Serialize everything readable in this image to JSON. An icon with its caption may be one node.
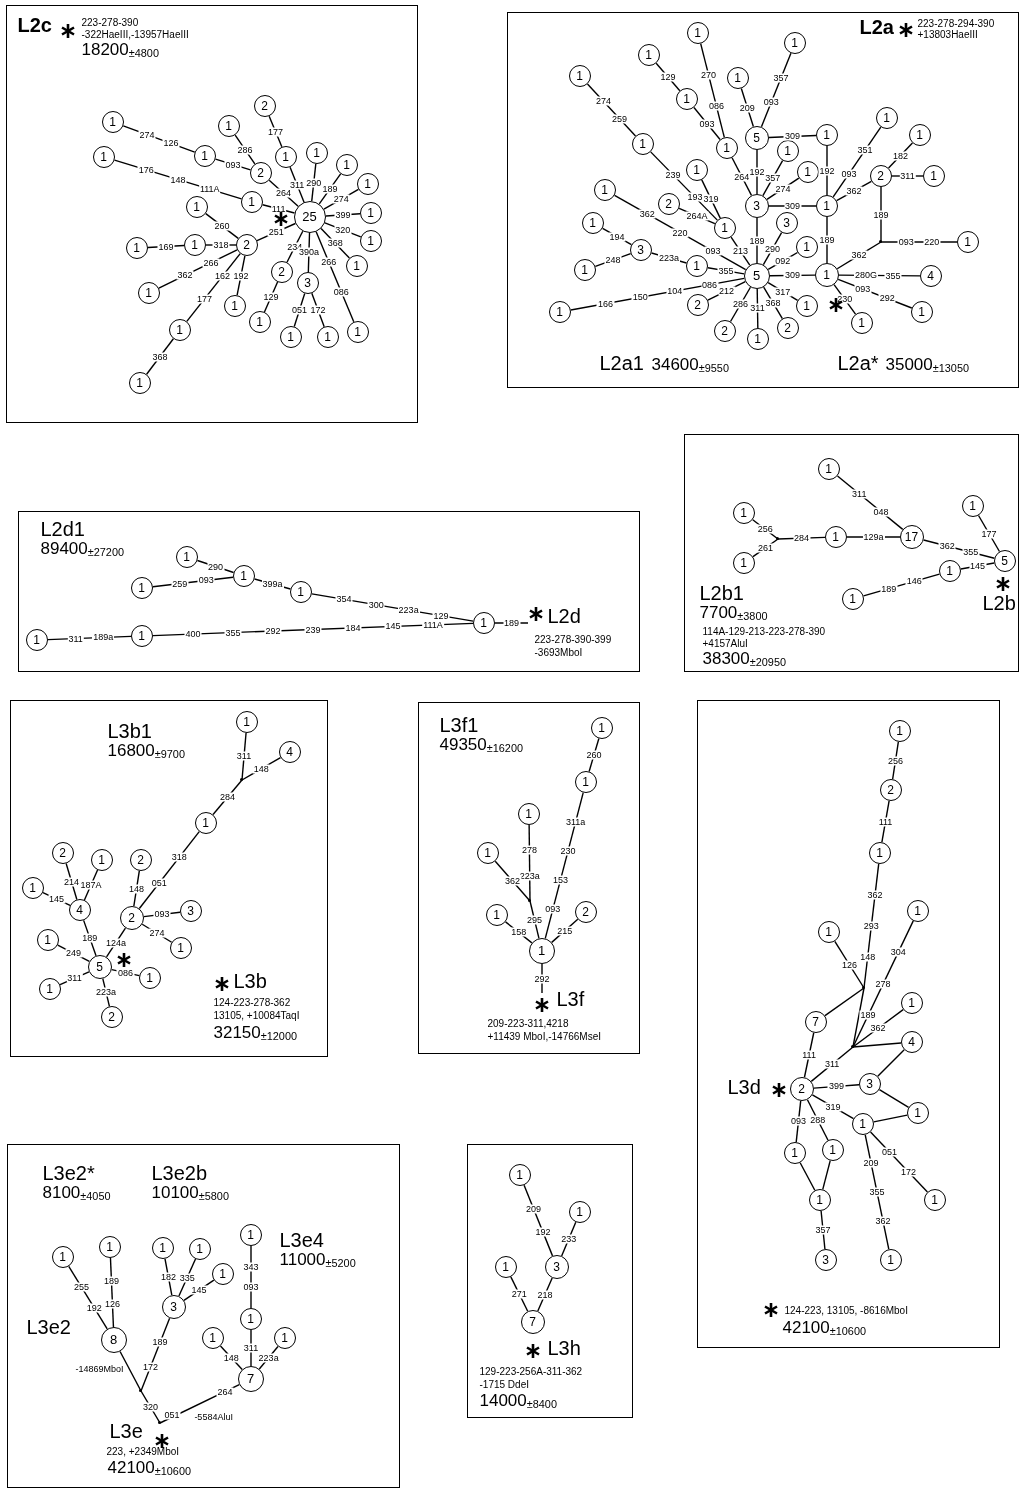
{
  "diagram": {
    "nodes": [
      {
        "text": [
          "L2c",
          "223-278-390",
          "-322HaeIII,-13957HaeIII",
          "18200$_{±4800}$"
        ]
      },
      {
        "text": [
          "L2a",
          "223-278-294-390",
          "+13803HaeIII",
          "L2a1",
          "34600$_{±9550}$",
          "L2a*",
          "35000$_{±13050}$"
        ]
      },
      {
        "text": [
          "L2d1",
          "89400$_{±27200}$",
          "L2d",
          "223-278-390-399",
          "-3693MboI"
        ]
      },
      {
        "text": [
          "L2b1",
          "7700$_{±3800}$",
          "L2b",
          "114A-129-213-223-278-390",
          "+4157AluI",
          "38300$_{±20950}$"
        ]
      },
      {
        "text": [
          "L3b1",
          "16800$_{±9700}$",
          "L3b",
          "124-223-278-362",
          "13105, +10084TaqI",
          "32150$_{±12000}$"
        ]
      },
      {
        "text": [
          "L3f1",
          "49350$_{±16200}$",
          "L3f",
          "209-223-311,4218",
          "+11439 MboI,-14766MseI"
        ]
      },
      {
        "text": [
          "L3d",
          "124-223, 13105, -8616MboI",
          "42100$_{±10600}$"
        ]
      },
      {
        "text": [
          "L3e2*",
          "8100$_{±4050}$",
          "L3e2b",
          "10100$_{±5800}$",
          "L3e4",
          "11000$_{±5200}$",
          "L3e2",
          "L3e",
          "223, +2349MboI",
          "42100$_{±10600}$"
        ]
      },
      {
        "text": [
          "L3h",
          "129-223-256A-311-362",
          "-1715 DdeI",
          "14000$_{±8400}$"
        ]
      },
      {
        "text": [
          "1"
        ],
        "in": 0
      },
      {
        "text": [
          "1"
        ],
        "in": 0
      },
      {
        "text": [
          "1"
        ],
        "in": 0
      },
      {
        "text": [
          "1"
        ],
        "in": 0
      },
      {
        "text": [
          "2"
        ],
        "in": 0
      },
      {
        "text": [
          "2"
        ],
        "in": 0
      },
      {
        "text": [
          "1"
        ],
        "in": 0
      },
      {
        "text": [
          "1"
        ],
        "in": 0
      },
      {
        "text": [
          "1"
        ],
        "in": 0
      },
      {
        "text": [
          "1"
        ],
        "in": 0
      },
      {
        "text": [
          "1"
        ],
        "in": 0
      },
      {
        "text": [
          "1"
        ],
        "in": 0
      },
      {
        "text": [
          "1"
        ],
        "in": 0
      },
      {
        "text": [
          "25"
        ],
        "in": 0
      },
      {
        "text": [
          "1"
        ],
        "in": 0
      },
      {
        "text": [
          "1"
        ],
        "in": 0
      },
      {
        "text": [
          "2"
        ],
        "in": 0
      },
      {
        "text": [
          "1"
        ],
        "in": 0
      },
      {
        "text": [
          "1"
        ],
        "in": 0
      },
      {
        "text": [
          "1"
        ],
        "in": 0
      },
      {
        "text": [
          "1"
        ],
        "in": 0
      },
      {
        "text": [
          "1"
        ],
        "in": 0
      },
      {
        "text": [
          "1"
        ],
        "in": 0
      },
      {
        "text": [
          "2"
        ],
        "in": 0
      },
      {
        "text": [
          "1"
        ],
        "in": 0
      },
      {
        "text": [
          "3"
        ],
        "in": 0
      },
      {
        "text": [
          "1"
        ],
        "in": 0
      },
      {
        "text": [
          "1"
        ],
        "in": 0
      },
      {
        "text": [
          "1"
        ],
        "in": 0
      },
      {
        "text": [
          "1"
        ],
        "in": 1
      },
      {
        "text": [
          "1"
        ],
        "in": 1
      },
      {
        "text": [
          "1"
        ],
        "in": 1
      },
      {
        "text": [
          "1"
        ],
        "in": 1
      },
      {
        "text": [
          "1"
        ],
        "in": 1
      },
      {
        "text": [
          "1"
        ],
        "in": 1
      },
      {
        "text": [
          "5"
        ],
        "in": 1
      },
      {
        "text": [
          "1"
        ],
        "in": 1
      },
      {
        "text": [
          "1"
        ],
        "in": 1
      },
      {
        "text": [
          "1"
        ],
        "in": 1
      },
      {
        "text": [
          "1"
        ],
        "in": 1
      },
      {
        "text": [
          "1"
        ],
        "in": 1
      },
      {
        "text": [
          "1"
        ],
        "in": 1
      },
      {
        "text": [
          "1"
        ],
        "in": 1
      },
      {
        "text": [
          "1"
        ],
        "in": 1
      },
      {
        "text": [
          "3"
        ],
        "in": 1
      },
      {
        "text": [
          "1"
        ],
        "in": 1
      },
      {
        "text": [
          "2"
        ],
        "in": 1
      },
      {
        "text": [
          "1"
        ],
        "in": 1
      },
      {
        "text": [
          "1"
        ],
        "in": 1
      },
      {
        "text": [
          "2"
        ],
        "in": 1
      },
      {
        "text": [
          "3"
        ],
        "in": 1
      },
      {
        "text": [
          "1"
        ],
        "in": 1
      },
      {
        "text": [
          "1"
        ],
        "in": 1
      },
      {
        "text": [
          "3"
        ],
        "in": 1
      },
      {
        "text": [
          "1"
        ],
        "in": 1
      },
      {
        "text": [
          "1"
        ],
        "in": 1
      },
      {
        "text": [
          "1"
        ],
        "in": 1
      },
      {
        "text": [
          "1"
        ],
        "in": 1
      },
      {
        "text": [
          "5"
        ],
        "in": 1
      },
      {
        "text": [
          "1"
        ],
        "in": 1
      },
      {
        "text": [
          "4"
        ],
        "in": 1
      },
      {
        "text": [
          "1"
        ],
        "in": 1
      },
      {
        "text": [
          "2"
        ],
        "in": 1
      },
      {
        "text": [
          "1"
        ],
        "in": 1
      },
      {
        "text": [
          "1"
        ],
        "in": 1
      },
      {
        "text": [
          "1"
        ],
        "in": 1
      },
      {
        "text": [
          "2"
        ],
        "in": 1
      },
      {
        "text": [
          "2"
        ],
        "in": 1
      },
      {
        "text": [
          "1"
        ],
        "in": 1
      },
      {
        "text": [],
        "shape": "point",
        "in": 1
      },
      {
        "text": [
          "1"
        ],
        "in": 2
      },
      {
        "text": [
          "1"
        ],
        "in": 2
      },
      {
        "text": [
          "1"
        ],
        "in": 2
      },
      {
        "text": [
          "1"
        ],
        "in": 2
      },
      {
        "text": [
          "1"
        ],
        "in": 2
      },
      {
        "text": [
          "1"
        ],
        "in": 2
      },
      {
        "text": [
          "1"
        ],
        "in": 2
      },
      {
        "text": [
          "1"
        ],
        "in": 3
      },
      {
        "text": [
          "1"
        ],
        "in": 3
      },
      {
        "text": [
          "1"
        ],
        "in": 3
      },
      {
        "text": [
          "1"
        ],
        "in": 3
      },
      {
        "text": [
          "17"
        ],
        "in": 3
      },
      {
        "text": [
          "1"
        ],
        "in": 3
      },
      {
        "text": [
          "5"
        ],
        "in": 3
      },
      {
        "text": [
          "1"
        ],
        "in": 3
      },
      {
        "text": [
          "1"
        ],
        "in": 3
      },
      {
        "text": [],
        "shape": "point",
        "in": 3
      },
      {
        "text": [
          "1"
        ],
        "in": 4
      },
      {
        "text": [
          "4"
        ],
        "in": 4
      },
      {
        "text": [
          "1"
        ],
        "in": 4
      },
      {
        "text": [
          "2"
        ],
        "in": 4
      },
      {
        "text": [
          "1"
        ],
        "in": 4
      },
      {
        "text": [
          "2"
        ],
        "in": 4
      },
      {
        "text": [
          "1"
        ],
        "in": 4
      },
      {
        "text": [
          "4"
        ],
        "in": 4
      },
      {
        "text": [
          "2"
        ],
        "in": 4
      },
      {
        "text": [
          "3"
        ],
        "in": 4
      },
      {
        "text": [
          "1"
        ],
        "in": 4
      },
      {
        "text": [
          "1"
        ],
        "in": 4
      },
      {
        "text": [
          "5"
        ],
        "in": 4
      },
      {
        "text": [
          "1"
        ],
        "in": 4
      },
      {
        "text": [
          "1"
        ],
        "in": 4
      },
      {
        "text": [
          "2"
        ],
        "in": 4
      },
      {
        "text": [],
        "shape": "point",
        "in": 4
      },
      {
        "text": [
          "1"
        ],
        "in": 5
      },
      {
        "text": [
          "1"
        ],
        "in": 5
      },
      {
        "text": [
          "1"
        ],
        "in": 5
      },
      {
        "text": [
          "1"
        ],
        "in": 5
      },
      {
        "text": [
          "1"
        ],
        "in": 5
      },
      {
        "text": [
          "2"
        ],
        "in": 5
      },
      {
        "text": [
          "1"
        ],
        "in": 5
      },
      {
        "text": [],
        "shape": "point",
        "in": 5
      },
      {
        "text": [
          "1"
        ],
        "in": 6
      },
      {
        "text": [
          "2"
        ],
        "in": 6
      },
      {
        "text": [
          "1"
        ],
        "in": 6
      },
      {
        "text": [
          "1"
        ],
        "in": 6
      },
      {
        "text": [
          "1"
        ],
        "in": 6
      },
      {
        "text": [
          "1"
        ],
        "in": 6
      },
      {
        "text": [
          "7"
        ],
        "in": 6
      },
      {
        "text": [
          "4"
        ],
        "in": 6
      },
      {
        "text": [
          "2"
        ],
        "in": 6
      },
      {
        "text": [
          "3"
        ],
        "in": 6
      },
      {
        "text": [
          "1"
        ],
        "in": 6
      },
      {
        "text": [
          "1"
        ],
        "in": 6
      },
      {
        "text": [
          "1"
        ],
        "in": 6
      },
      {
        "text": [
          "1"
        ],
        "in": 6
      },
      {
        "text": [
          "1"
        ],
        "in": 6
      },
      {
        "text": [
          "1"
        ],
        "in": 6
      },
      {
        "text": [
          "3"
        ],
        "in": 6
      },
      {
        "text": [
          "1"
        ],
        "in": 6
      },
      {
        "text": [],
        "shape": "point",
        "in": 6
      },
      {
        "text": [],
        "shape": "point",
        "in": 6
      },
      {
        "text": [
          "1"
        ],
        "in": 7
      },
      {
        "text": [
          "1"
        ],
        "in": 7
      },
      {
        "text": [
          "1"
        ],
        "in": 7
      },
      {
        "text": [
          "1"
        ],
        "in": 7
      },
      {
        "text": [
          "1"
        ],
        "in": 7
      },
      {
        "text": [
          "1"
        ],
        "in": 7
      },
      {
        "text": [
          "3"
        ],
        "in": 7
      },
      {
        "text": [
          "8"
        ],
        "in": 7
      },
      {
        "text": [
          "1"
        ],
        "in": 7
      },
      {
        "text": [
          "1"
        ],
        "in": 7
      },
      {
        "text": [
          "1"
        ],
        "in": 7
      },
      {
        "text": [
          "7"
        ],
        "in": 7
      },
      {
        "text": [],
        "shape": "point",
        "in": 7
      },
      {
        "text": [],
        "shape": "point",
        "in": 7
      },
      {
        "text": [
          "1"
        ],
        "in": 8
      },
      {
        "text": [
          "1"
        ],
        "in": 8
      },
      {
        "text": [
          "1"
        ],
        "in": 8
      },
      {
        "text": [
          "3"
        ],
        "in": 8
      },
      {
        "text": [
          "7"
        ],
        "in": 8
      }
    ],
    "edges": [
      {
        "from": 9,
        "to": 11,
        "arrow": "none",
        "label": "274 126"
      },
      {
        "from": 11,
        "to": 14,
        "arrow": "none",
        "label": "093"
      },
      {
        "from": 10,
        "to": 23,
        "arrow": "none",
        "label": "176 148 111A"
      },
      {
        "from": 12,
        "to": 14,
        "arrow": "none",
        "label": "286"
      },
      {
        "from": 14,
        "to": 22,
        "arrow": "none",
        "label": "264"
      },
      {
        "from": 13,
        "to": 15,
        "arrow": "none",
        "label": "177"
      },
      {
        "from": 15,
        "to": 22,
        "arrow": "none",
        "label": "311"
      },
      {
        "from": 16,
        "to": 22,
        "arrow": "none",
        "label": "290"
      },
      {
        "from": 17,
        "to": 22,
        "arrow": "none",
        "label": "189"
      },
      {
        "from": 18,
        "to": 22,
        "arrow": "none",
        "label": "274"
      },
      {
        "from": 19,
        "to": 22,
        "arrow": "none",
        "label": "399"
      },
      {
        "from": 20,
        "to": 22,
        "arrow": "none",
        "label": "320"
      },
      {
        "from": 21,
        "to": 22,
        "arrow": "none",
        "label": "368"
      },
      {
        "from": 23,
        "to": 22,
        "arrow": "none",
        "label": "111"
      },
      {
        "from": 24,
        "to": 25,
        "arrow": "none",
        "label": "260"
      },
      {
        "from": 25,
        "to": 22,
        "arrow": "none",
        "label": "251"
      },
      {
        "from": 26,
        "to": 25,
        "arrow": "none",
        "label": "318"
      },
      {
        "from": 27,
        "to": 26,
        "arrow": "none",
        "label": "169"
      },
      {
        "from": 28,
        "to": 25,
        "arrow": "none",
        "label": "362 266"
      },
      {
        "from": 29,
        "to": 25,
        "arrow": "none",
        "label": "192"
      },
      {
        "from": 30,
        "to": 25,
        "arrow": "none",
        "label": "177 162"
      },
      {
        "from": 31,
        "to": 30,
        "arrow": "none",
        "label": "368"
      },
      {
        "from": 32,
        "to": 22,
        "arrow": "none",
        "label": "234"
      },
      {
        "from": 33,
        "to": 32,
        "arrow": "none",
        "label": "129"
      },
      {
        "from": 34,
        "to": 22,
        "arrow": "none",
        "label": "390a"
      },
      {
        "from": 35,
        "to": 34,
        "arrow": "none",
        "label": "051"
      },
      {
        "from": 36,
        "to": 34,
        "arrow": "none",
        "label": "172"
      },
      {
        "from": 37,
        "to": 22,
        "arrow": "none",
        "label": "086 266"
      },
      {
        "from": 40,
        "to": 46,
        "arrow": "none",
        "label": "274 259"
      },
      {
        "from": 46,
        "to": 60,
        "arrow": "none",
        "label": "239 193"
      },
      {
        "from": 39,
        "to": 43,
        "arrow": "none",
        "label": "129"
      },
      {
        "from": 43,
        "to": 47,
        "arrow": "none",
        "label": "093"
      },
      {
        "from": 38,
        "to": 47,
        "arrow": "none",
        "label": "270 086"
      },
      {
        "from": 47,
        "to": 53,
        "arrow": "none",
        "label": "264"
      },
      {
        "from": 42,
        "to": 44,
        "arrow": "none",
        "label": "209"
      },
      {
        "from": 41,
        "to": 44,
        "arrow": "none",
        "label": "357 093"
      },
      {
        "from": 44,
        "to": 45,
        "arrow": "none",
        "label": "309"
      },
      {
        "from": 44,
        "to": 53,
        "arrow": "none",
        "label": "192"
      },
      {
        "from": 48,
        "to": 53,
        "arrow": "none",
        "label": "357"
      },
      {
        "from": 52,
        "to": 53,
        "arrow": "none",
        "label": "274"
      },
      {
        "from": 53,
        "to": 54,
        "arrow": "none",
        "label": "309"
      },
      {
        "from": 53,
        "to": 67,
        "arrow": "none",
        "label": "189"
      },
      {
        "from": 45,
        "to": 54,
        "arrow": "none",
        "label": "192"
      },
      {
        "from": 49,
        "to": 54,
        "arrow": "none",
        "label": "351 093"
      },
      {
        "from": 55,
        "to": 54,
        "arrow": "none",
        "label": "362"
      },
      {
        "from": 50,
        "to": 55,
        "arrow": "none",
        "label": "182"
      },
      {
        "from": 55,
        "to": 56,
        "arrow": "none",
        "label": "311"
      },
      {
        "from": 54,
        "to": 68,
        "arrow": "none",
        "label": "189"
      },
      {
        "from": 55,
        "to": 78,
        "arrow": "none",
        "label": "189"
      },
      {
        "from": 78,
        "to": 68,
        "arrow": "none",
        "label": "362"
      },
      {
        "from": 78,
        "to": 64,
        "arrow": "none",
        "label": "093 220"
      },
      {
        "from": 51,
        "to": 60,
        "arrow": "none",
        "label": "319"
      },
      {
        "from": 58,
        "to": 60,
        "arrow": "none",
        "label": "264A"
      },
      {
        "from": 60,
        "to": 67,
        "arrow": "none",
        "label": "213"
      },
      {
        "from": 57,
        "to": 67,
        "arrow": "none",
        "label": "362 220 093"
      },
      {
        "from": 61,
        "to": 62,
        "arrow": "none",
        "label": "194"
      },
      {
        "from": 66,
        "to": 62,
        "arrow": "none",
        "label": "248"
      },
      {
        "from": 62,
        "to": 65,
        "arrow": "none",
        "label": "223a"
      },
      {
        "from": 65,
        "to": 67,
        "arrow": "none",
        "label": "355"
      },
      {
        "from": 59,
        "to": 67,
        "arrow": "none",
        "label": "290"
      },
      {
        "from": 63,
        "to": 67,
        "arrow": "none",
        "label": "092"
      },
      {
        "from": 67,
        "to": 68,
        "arrow": "none",
        "label": "309"
      },
      {
        "from": 70,
        "to": 67,
        "arrow": "none",
        "label": "166 150 104 086"
      },
      {
        "from": 71,
        "to": 67,
        "arrow": "none",
        "label": "212"
      },
      {
        "from": 75,
        "to": 67,
        "arrow": "none",
        "label": "286"
      },
      {
        "from": 77,
        "to": 67,
        "arrow": "none",
        "label": "311"
      },
      {
        "from": 76,
        "to": 67,
        "arrow": "none",
        "label": "368"
      },
      {
        "from": 72,
        "to": 67,
        "arrow": "none",
        "label": "317"
      },
      {
        "from": 68,
        "to": 69,
        "arrow": "none",
        "label": "280G 355"
      },
      {
        "from": 68,
        "to": 73,
        "arrow": "none",
        "label": "093 292"
      },
      {
        "from": 68,
        "to": 74,
        "arrow": "none",
        "label": "230"
      },
      {
        "from": 79,
        "to": 80,
        "arrow": "none",
        "label": "290"
      },
      {
        "from": 81,
        "to": 80,
        "arrow": "none",
        "label": "259 093"
      },
      {
        "from": 80,
        "to": 82,
        "arrow": "none",
        "label": "399a"
      },
      {
        "from": 82,
        "to": 85,
        "arrow": "none",
        "label": "354 300 223a 129"
      },
      {
        "from": 83,
        "to": 84,
        "arrow": "none",
        "label": "311 189a"
      },
      {
        "from": 84,
        "to": 85,
        "arrow": "none",
        "label": "400 355 292 239 184 145 111A"
      },
      {
        "from": 85,
        "to": null,
        "arrow": "none",
        "label": "189"
      },
      {
        "from": 86,
        "to": 90,
        "arrow": "none",
        "label": "311 048"
      },
      {
        "from": 87,
        "to": 95,
        "arrow": "none",
        "label": "256"
      },
      {
        "from": 88,
        "to": 95,
        "arrow": "none",
        "label": "261"
      },
      {
        "from": 95,
        "to": 89,
        "arrow": "none",
        "label": "284"
      },
      {
        "from": 89,
        "to": 90,
        "arrow": "none",
        "label": "129a"
      },
      {
        "from": 90,
        "to": 92,
        "arrow": "none",
        "label": "362 355"
      },
      {
        "from": 91,
        "to": 92,
        "arrow": "none",
        "label": "177"
      },
      {
        "from": 93,
        "to": 92,
        "arrow": "none",
        "label": "145"
      },
      {
        "from": 94,
        "to": 93,
        "arrow": "none",
        "label": "189 146"
      },
      {
        "from": 96,
        "to": 112,
        "arrow": "none",
        "label": "311"
      },
      {
        "from": 97,
        "to": 112,
        "arrow": "none",
        "label": "148"
      },
      {
        "from": 112,
        "to": 98,
        "arrow": "none",
        "label": "284"
      },
      {
        "from": 98,
        "to": 104,
        "arrow": "none",
        "label": "318 051"
      },
      {
        "from": 101,
        "to": 104,
        "arrow": "none",
        "label": "148"
      },
      {
        "from": 104,
        "to": 105,
        "arrow": "none",
        "label": "093"
      },
      {
        "from": 104,
        "to": 107,
        "arrow": "none",
        "label": "274"
      },
      {
        "from": 104,
        "to": 108,
        "arrow": "none",
        "label": "124a"
      },
      {
        "from": 99,
        "to": 103,
        "arrow": "none",
        "label": "214"
      },
      {
        "from": 100,
        "to": 103,
        "arrow": "none",
        "label": "187A"
      },
      {
        "from": 102,
        "to": 103,
        "arrow": "none",
        "label": "145"
      },
      {
        "from": 103,
        "to": 108,
        "arrow": "none",
        "label": "189"
      },
      {
        "from": 106,
        "to": 108,
        "arrow": "none",
        "label": "249"
      },
      {
        "from": 110,
        "to": 108,
        "arrow": "none",
        "label": "311"
      },
      {
        "from": 109,
        "to": 108,
        "arrow": "none",
        "label": "086"
      },
      {
        "from": 111,
        "to": 108,
        "arrow": "none",
        "label": "223a"
      },
      {
        "from": 113,
        "to": 114,
        "arrow": "none",
        "label": "260"
      },
      {
        "from": 114,
        "to": 119,
        "arrow": "none",
        "label": "311a 230 153 093"
      },
      {
        "from": 115,
        "to": 120,
        "arrow": "none",
        "label": "278 223a"
      },
      {
        "from": 116,
        "to": 120,
        "arrow": "none",
        "label": "362"
      },
      {
        "from": 120,
        "to": 119,
        "arrow": "none",
        "label": "295"
      },
      {
        "from": 117,
        "to": 119,
        "arrow": "none",
        "label": "158"
      },
      {
        "from": 118,
        "to": 119,
        "arrow": "none",
        "label": "215"
      },
      {
        "from": 119,
        "to": null,
        "arrow": "none",
        "label": "292"
      },
      {
        "from": 121,
        "to": 122,
        "arrow": "none",
        "label": "256"
      },
      {
        "from": 122,
        "to": 123,
        "arrow": "none",
        "label": "111"
      },
      {
        "from": 123,
        "to": 139,
        "arrow": "none",
        "label": "362 293 148"
      },
      {
        "from": 124,
        "to": 139,
        "arrow": "none",
        "label": "126"
      },
      {
        "from": 127,
        "to": 139,
        "arrow": "none"
      },
      {
        "from": 139,
        "to": 140,
        "arrow": "none"
      },
      {
        "from": 125,
        "to": 140,
        "arrow": "none",
        "label": "304 278 189"
      },
      {
        "from": 126,
        "to": 140,
        "arrow": "none",
        "label": "362"
      },
      {
        "from": 128,
        "to": 140,
        "arrow": "none"
      },
      {
        "from": 140,
        "to": 129,
        "arrow": "none",
        "label": "311"
      },
      {
        "from": 127,
        "to": 129,
        "arrow": "none",
        "label": "111"
      },
      {
        "from": 129,
        "to": 130,
        "arrow": "none",
        "label": "399"
      },
      {
        "from": 130,
        "to": 128,
        "arrow": "none"
      },
      {
        "from": 129,
        "to": 132,
        "arrow": "none",
        "label": "319"
      },
      {
        "from": 132,
        "to": 131,
        "arrow": "none"
      },
      {
        "from": 130,
        "to": 131,
        "arrow": "none"
      },
      {
        "from": 129,
        "to": 133,
        "arrow": "none",
        "label": "093"
      },
      {
        "from": 129,
        "to": 134,
        "arrow": "none",
        "label": "288"
      },
      {
        "from": 133,
        "to": 135,
        "arrow": "none"
      },
      {
        "from": 134,
        "to": 135,
        "arrow": "none"
      },
      {
        "from": 135,
        "to": 137,
        "arrow": "none",
        "label": "357"
      },
      {
        "from": 132,
        "to": 136,
        "arrow": "none",
        "label": "051 172"
      },
      {
        "from": 132,
        "to": 138,
        "arrow": "none",
        "label": "209 355 362"
      },
      {
        "from": 141,
        "to": 148,
        "arrow": "none",
        "label": "255 192"
      },
      {
        "from": 142,
        "to": 148,
        "arrow": "none",
        "label": "189 126"
      },
      {
        "from": 143,
        "to": 147,
        "arrow": "none",
        "label": "182"
      },
      {
        "from": 144,
        "to": 147,
        "arrow": "none",
        "label": "335"
      },
      {
        "from": 145,
        "to": 147,
        "arrow": "none",
        "label": "145"
      },
      {
        "from": 146,
        "to": 149,
        "arrow": "none",
        "label": "343 093"
      },
      {
        "from": 149,
        "to": 152,
        "arrow": "none",
        "label": "311"
      },
      {
        "from": 150,
        "to": 152,
        "arrow": "none",
        "label": "148"
      },
      {
        "from": 151,
        "to": 152,
        "arrow": "none",
        "label": "223a"
      },
      {
        "from": 148,
        "to": 153,
        "arrow": "none",
        "label": "-14869MboI"
      },
      {
        "from": 147,
        "to": 153,
        "arrow": "none",
        "label": "189 172"
      },
      {
        "from": 153,
        "to": 154,
        "arrow": "none",
        "label": "320"
      },
      {
        "from": 154,
        "to": 152,
        "arrow": "none",
        "label": "051 -5584AluI 264"
      },
      {
        "from": 155,
        "to": 158,
        "arrow": "none",
        "label": "209 192"
      },
      {
        "from": 156,
        "to": 158,
        "arrow": "none",
        "label": "233"
      },
      {
        "from": 157,
        "to": 159,
        "arrow": "none",
        "label": "271"
      },
      {
        "from": 158,
        "to": 159,
        "arrow": "none",
        "label": "218"
      }
    ]
  }
}
